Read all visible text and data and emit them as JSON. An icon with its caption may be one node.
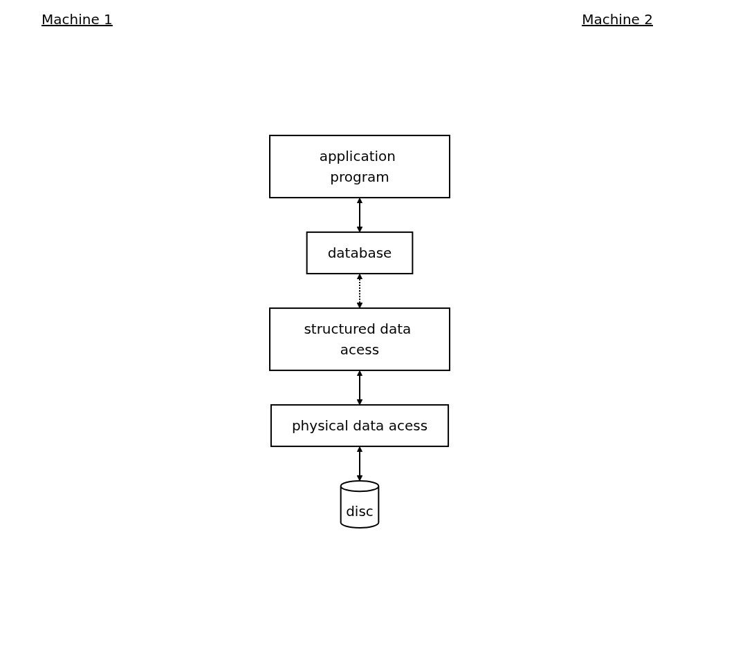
{
  "diagram": {
    "nodes": [
      {
        "text": [
          "application program"
        ]
      },
      {
        "text": [
          "database"
        ]
      },
      {
        "text": [
          "structured data acess"
        ]
      },
      {
        "text": [
          "physical data acess"
        ]
      },
      {
        "text": [
          "disc"
        ]
      }
    ],
    "edges": [
      {
        "from": 0,
        "to": 1,
        "arrow": "both"
      },
      {
        "from": 1,
        "to": 2,
        "arrow": "both",
        "style": "dashed"
      },
      {
        "from": 2,
        "to": 3,
        "arrow": "both"
      },
      {
        "from": 3,
        "to": 4,
        "arrow": "both"
      }
    ],
    "labels": [
      "Machine 1",
      "Machine 2"
    ]
  }
}
